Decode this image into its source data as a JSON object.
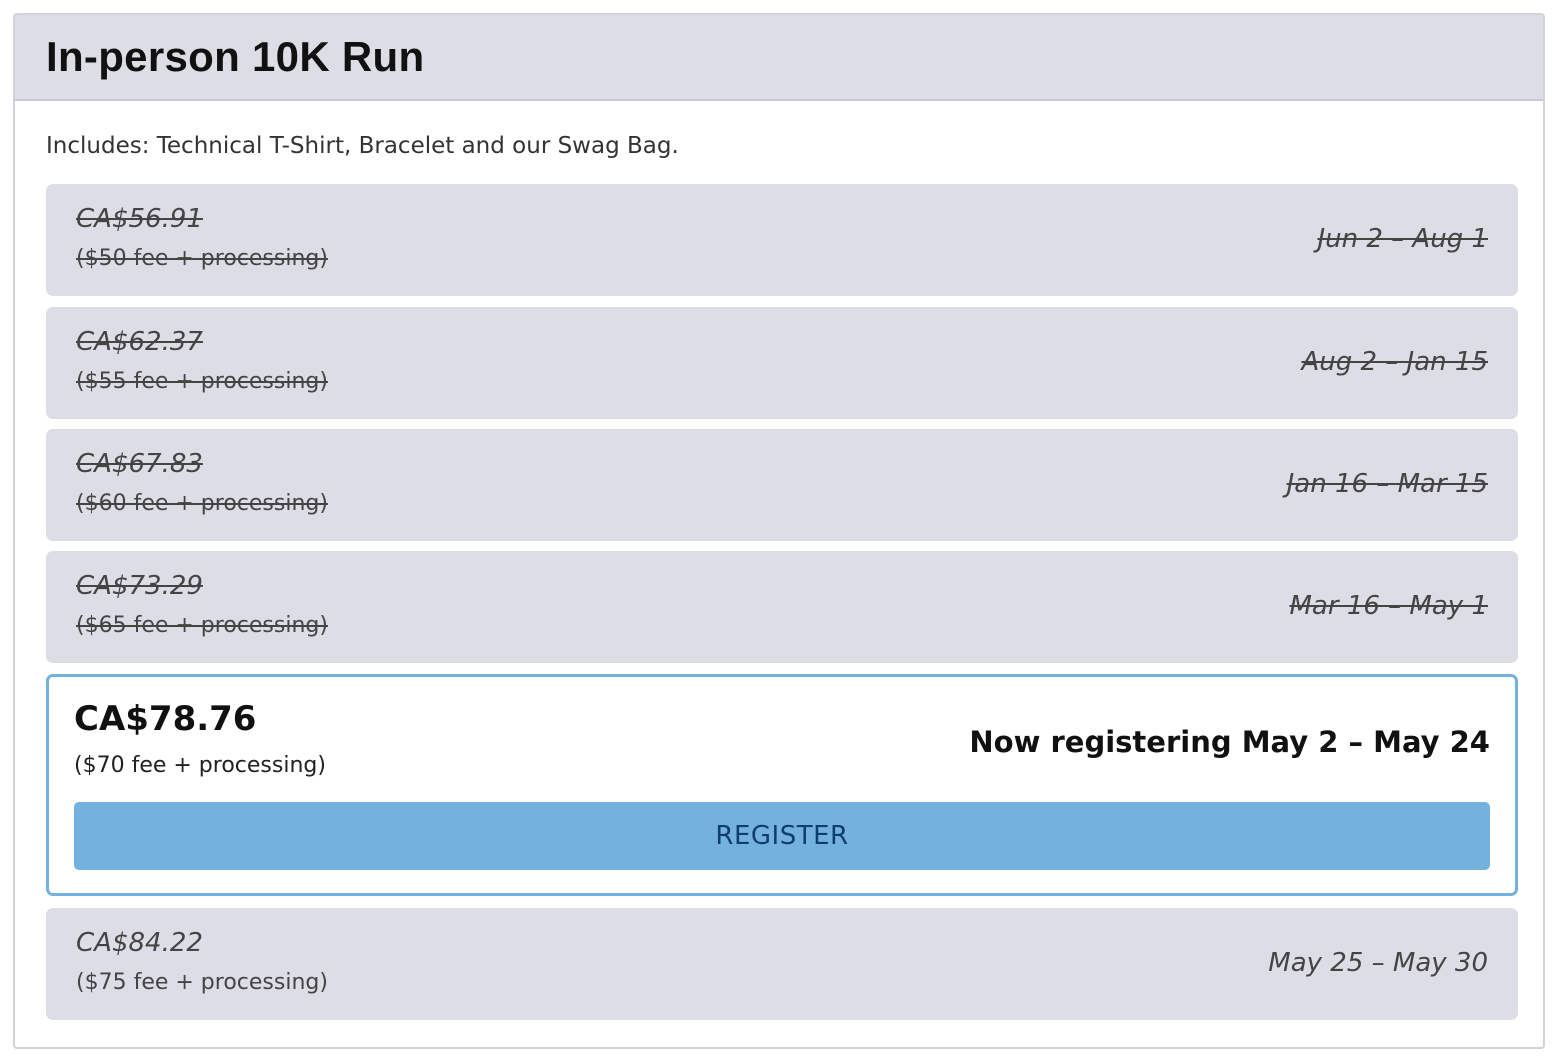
{
  "event": {
    "title": "In-person 10K Run",
    "includes": "Includes: Technical T-Shirt, Bracelet and our Swag Bag."
  },
  "tiers": [
    {
      "price": "CA$56.91",
      "fee": "($50 fee + processing)",
      "dates": "Jun 2 – Aug 1",
      "status": "expired"
    },
    {
      "price": "CA$62.37",
      "fee": "($55 fee + processing)",
      "dates": "Aug 2 – Jan 15",
      "status": "expired"
    },
    {
      "price": "CA$67.83",
      "fee": "($60 fee + processing)",
      "dates": "Jan 16 – Mar 15",
      "status": "expired"
    },
    {
      "price": "CA$73.29",
      "fee": "($65 fee + processing)",
      "dates": "Mar 16 – May 1",
      "status": "expired"
    },
    {
      "price": "CA$78.76",
      "fee": "($70 fee + processing)",
      "dates": "Now registering May 2 – May 24",
      "status": "active",
      "button_label": "REGISTER"
    },
    {
      "price": "CA$84.22",
      "fee": "($75 fee + processing)",
      "dates": "May 25 – May 30",
      "status": "upcoming"
    }
  ],
  "colors": {
    "header_bg": "#dddde6",
    "tier_bg": "#dddde6",
    "active_border": "#74b1df",
    "button_bg": "#75b1df",
    "button_text": "#0e3e70"
  }
}
